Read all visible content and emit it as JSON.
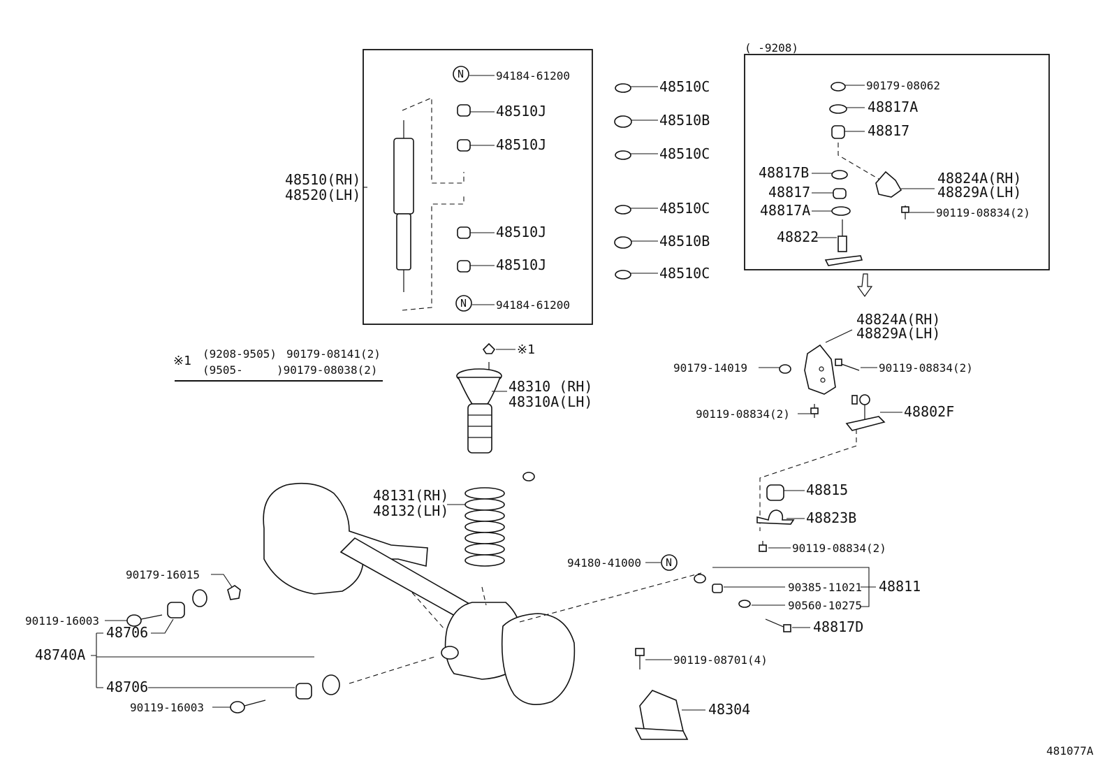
{
  "diagram_id": "481077A",
  "date_range_box": "(        -9208)",
  "note": {
    "mark": "※1",
    "line1_range": "(9208-9505)",
    "line1_part": "90179-08141(2)",
    "line2_range": "(9505-",
    "line2_part": ")90179-08038(2)"
  },
  "n_symbol": "N",
  "labels": {
    "nut_top": "94184-61200",
    "nut_bottom": "94184-61200",
    "bush_j1": "48510J",
    "bush_j2": "48510J",
    "bush_j3": "48510J",
    "bush_j4": "48510J",
    "shock_rh": "48510(RH)",
    "shock_lh": "48520(LH)",
    "side_c1": "48510C",
    "side_b1": "48510B",
    "side_c2": "48510C",
    "side_c3": "48510C",
    "side_b2": "48510B",
    "side_c4": "48510C",
    "br_90179_08062": "90179-08062",
    "br_48817A_top": "48817A",
    "br_48817_top": "48817",
    "br_48817B": "48817B",
    "br_48817_mid": "48817",
    "br_48817A_low": "48817A",
    "br_48822": "48822",
    "br_48824A_rh": "48824A(RH)",
    "br_48829A_lh": "48829A(LH)",
    "br_bolt": "90119-08834(2)",
    "nut_mark1": "※1",
    "bump_rh": "48310 (RH)",
    "bump_lh": "48310A(LH)",
    "spring_rh": "48131(RH)",
    "spring_lh": "48132(LH)",
    "brk_48824A_rh": "48824A(RH)",
    "brk_48829A_lh": "48829A(LH)",
    "bolt_90179_14019": "90179-14019",
    "bolt_90119_08834_a": "90119-08834(2)",
    "bolt_90119_08834_b": "90119-08834(2)",
    "link_48802F": "48802F",
    "bush_48815": "48815",
    "bracket_48823B": "48823B",
    "bolt_90119_08834_c": "90119-08834(2)",
    "nut_94180_41000": "94180-41000",
    "stab_48811": "48811",
    "part_90385_11021": "90385-11021",
    "part_90560_10275": "90560-10275",
    "bolt_48817D": "48817D",
    "bolt_90119_08701": "90119-08701(4)",
    "stopper_48304": "48304",
    "nut_90179_16015": "90179-16015",
    "bolt_90119_16003_top": "90119-16003",
    "bush_48706_top": "48706",
    "rod_48740A": "48740A",
    "bush_48706_bottom": "48706",
    "bolt_90119_16003_bottom": "90119-16003"
  }
}
